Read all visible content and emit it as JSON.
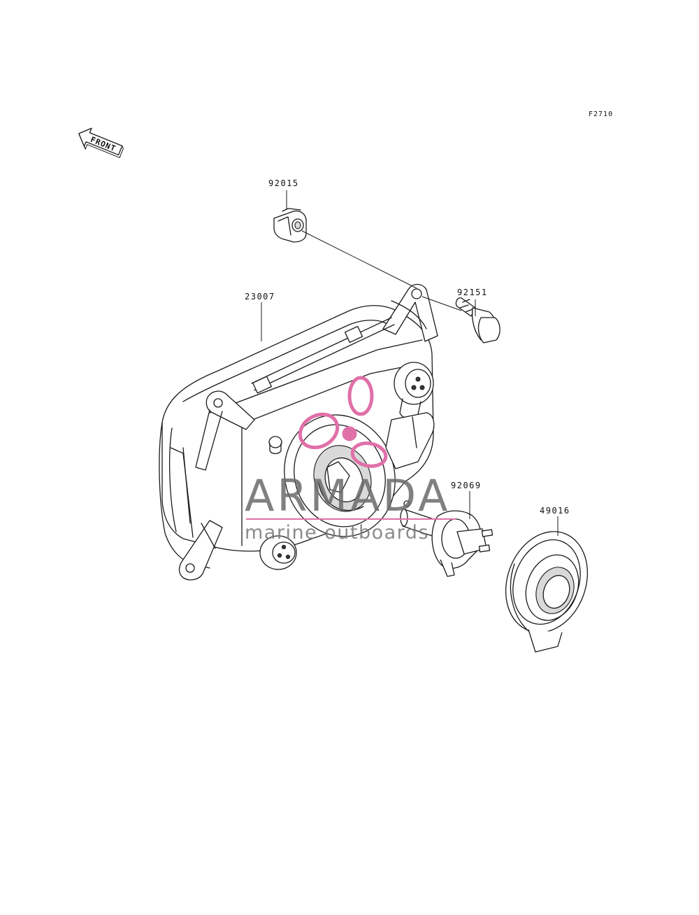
{
  "diagram_code": "F2710",
  "front_marker": "FRONT",
  "parts": [
    {
      "number": "92015"
    },
    {
      "number": "92151"
    },
    {
      "number": "23007"
    },
    {
      "number": "92069"
    },
    {
      "number": "49016"
    }
  ],
  "watermark": {
    "brand": "ARMADA",
    "tagline": "marine outboards",
    "accent_color": "#e070a8",
    "text_color": "#6a6a6a"
  }
}
